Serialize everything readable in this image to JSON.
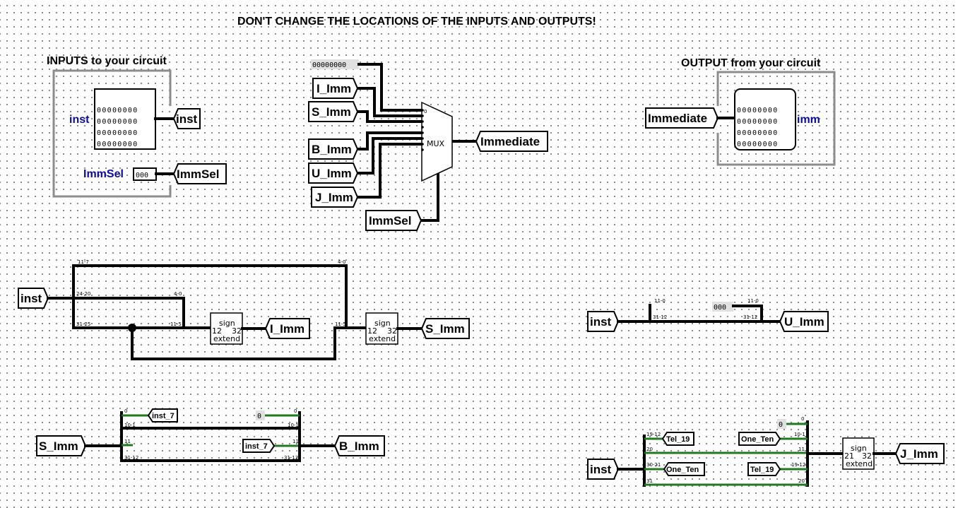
{
  "banner": "DON'T CHANGE THE LOCATIONS OF THE INPUTS AND OUTPUTS!",
  "inputs_heading": "INPUTS to your circuit",
  "output_heading": "OUTPUT from your circuit",
  "input_pins": {
    "inst_label": "inst",
    "immsel_label": "ImmSel",
    "inst_tunnel": "inst",
    "immsel_tunnel": "ImmSel"
  },
  "output_pin": {
    "label": "imm",
    "tunnel": "Immediate"
  },
  "mux": {
    "label": "MUX",
    "zero_port": "0",
    "constant": "00000000",
    "inputs": [
      "I_Imm",
      "S_Imm",
      "B_Imm",
      "U_Imm",
      "J_Imm"
    ],
    "select": "ImmSel",
    "output": "Immediate"
  },
  "i_s_section": {
    "input": "inst",
    "split_in": [
      "11-7",
      "24-20",
      "31-25"
    ],
    "split_in_s": [
      "4-0",
      "11-5"
    ],
    "split_in_i": [
      "4-0",
      "11-5"
    ],
    "sign_i": {
      "top": "sign",
      "in_bits": "12",
      "out_bits": "32",
      "bottom": "extend"
    },
    "sign_s": {
      "top": "sign",
      "in_bits": "12",
      "out_bits": "32",
      "bottom": "extend"
    },
    "i_out": "I_Imm",
    "s_out": "S_Imm"
  },
  "u_section": {
    "input": "inst",
    "split1": [
      "11-0",
      "31-12"
    ],
    "split2": [
      "11-0",
      "31-12"
    ],
    "constant": "000",
    "output": "U_Imm"
  },
  "b_section": {
    "input": "S_Imm",
    "split1": [
      "0",
      "10-1",
      "11",
      "31-12"
    ],
    "split2": [
      "0",
      "10-1",
      "11",
      "31-12"
    ],
    "tunnel_out": "inst_7",
    "tunnel_in": "inst_7",
    "constant": "0",
    "output": "B_Imm"
  },
  "j_section": {
    "input": "inst",
    "split1": [
      "19-12",
      "20",
      "30-21",
      "31"
    ],
    "split2": [
      "0",
      "10-1",
      "11",
      "19-12",
      "20"
    ],
    "tunnels_out": [
      "Tel_19",
      "One_Ten"
    ],
    "tunnels_in": [
      "One_Ten",
      "Tel_19"
    ],
    "constant": "0",
    "sign": {
      "top": "sign",
      "in_bits": "21",
      "out_bits": "32",
      "bottom": "extend"
    },
    "output": "J_Imm"
  },
  "colors": {
    "wire": "#000000",
    "wire_green": "#1f7a1f",
    "pin_label_blue": "#0a0aa0",
    "box_gray": "#8c8c8c"
  }
}
